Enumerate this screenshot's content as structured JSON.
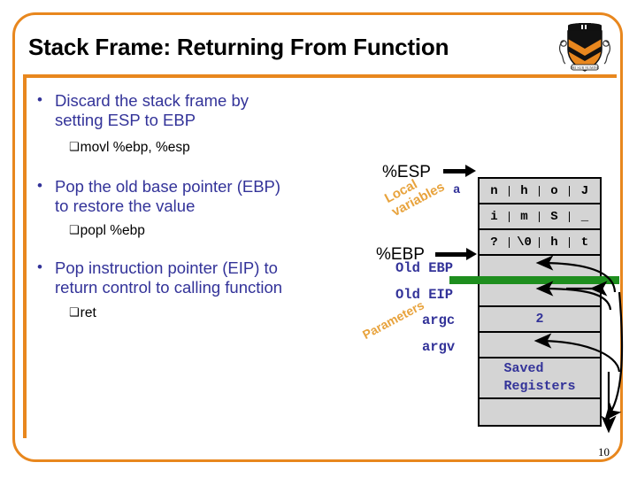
{
  "slide": {
    "title": "Stack Frame: Returning From Function",
    "page_number": "10",
    "frame_color": "#E8871E",
    "bullet_color": "#333399",
    "annotation_color": "#E8A33D",
    "highlight_bar_color": "#1E8E1E",
    "logo": "princeton-shield"
  },
  "bullets": [
    {
      "text": "Discard the stack frame by\nsetting ESP to EBP",
      "sub": "movl %ebp, %esp"
    },
    {
      "text": "Pop the old base pointer (EBP)\nto restore the value",
      "sub": "popl %ebp"
    },
    {
      "text": "Pop instruction pointer (EIP) to\nreturn control to calling function",
      "sub": "ret"
    }
  ],
  "diagram": {
    "registers": [
      {
        "name": "%ESP",
        "points_to": "top-of-stack"
      },
      {
        "name": "%EBP",
        "points_to": "old-ebp-slot"
      }
    ],
    "region_labels": [
      {
        "text": "Local\nvariables"
      },
      {
        "text": "Parameters"
      }
    ],
    "row_names": {
      "a": "a",
      "old_ebp": "Old EBP",
      "old_eip": "Old EIP",
      "argc": "argc",
      "argv": "argv"
    },
    "rows": [
      {
        "kind": "bytes",
        "bytes": [
          "n",
          "h",
          "o",
          "J"
        ]
      },
      {
        "kind": "bytes",
        "bytes": [
          "i",
          "m",
          "S",
          "_"
        ]
      },
      {
        "kind": "bytes",
        "bytes": [
          "?",
          "\\0",
          "h",
          "t"
        ]
      },
      {
        "kind": "value",
        "value": ""
      },
      {
        "kind": "value",
        "value": ""
      },
      {
        "kind": "value",
        "value": "2"
      },
      {
        "kind": "value",
        "value": ""
      },
      {
        "kind": "text",
        "value": "Saved\nRegisters"
      },
      {
        "kind": "value",
        "value": ""
      }
    ]
  }
}
